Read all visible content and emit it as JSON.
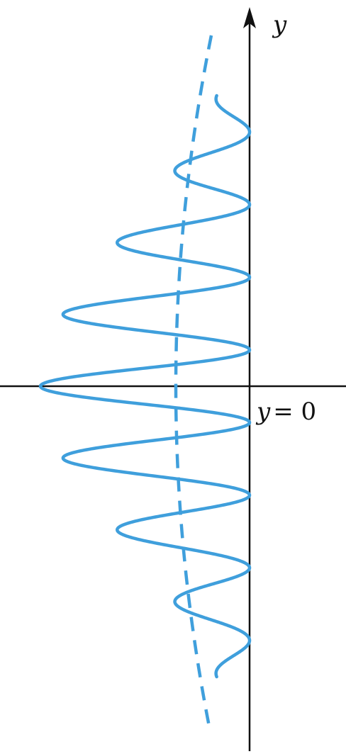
{
  "diagram": {
    "axis_label_y": "y",
    "origin_label_var": "y",
    "origin_label_rest": " = 0",
    "colors": {
      "curve": "#3f9fdc",
      "envelope": "#3f9fdc",
      "axes": "#111111"
    }
  }
}
